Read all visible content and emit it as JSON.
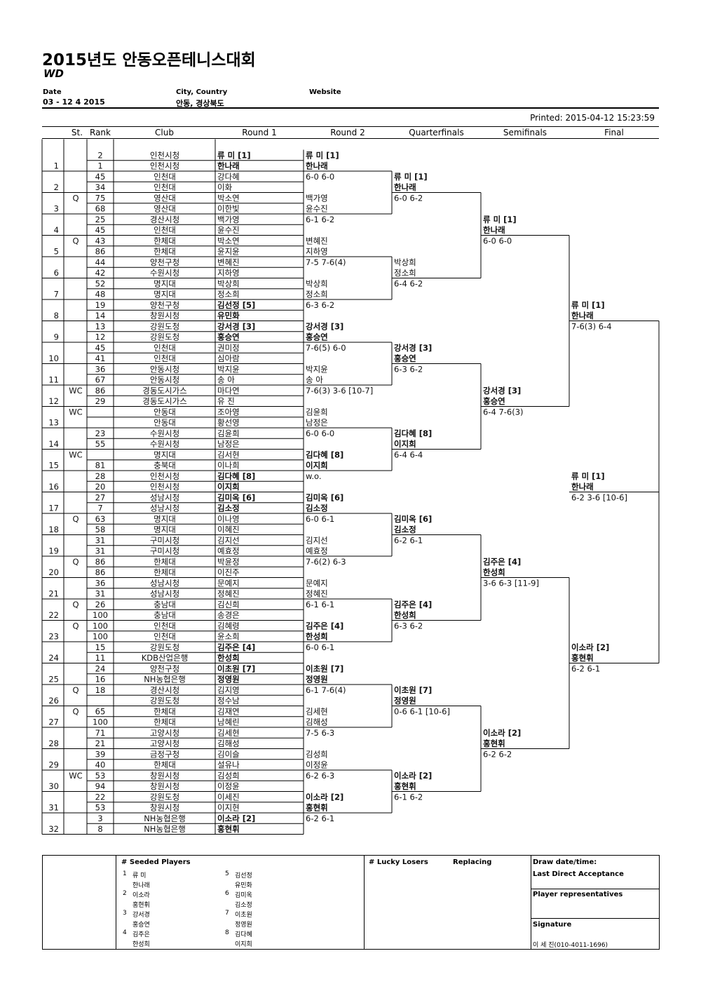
{
  "header": {
    "title": "2015년도 안동오픈테니스대회",
    "subtitle": "WD",
    "date_label": "Date",
    "date_value": "03 - 12 4 2015",
    "city_label": "City, Country",
    "city_value": "안동, 경상북도",
    "website_label": "Website",
    "printed": "Printed: 2015-04-12 15:23:59"
  },
  "columns": [
    "St.",
    "Rank",
    "Club",
    "Round 1",
    "Round 2",
    "Quarterfinals",
    "Semifinals",
    "Final"
  ],
  "entries": [
    {
      "n": "1",
      "st": "",
      "top": {
        "rank": "2",
        "club": "인천시청",
        "name": "류 미 [1]",
        "bold": true
      },
      "bot": {
        "rank": "1",
        "club": "인천시청",
        "name": "한나래",
        "bold": true
      }
    },
    {
      "n": "2",
      "st": "",
      "top": {
        "rank": "45",
        "club": "인천대",
        "name": "강다혜",
        "bold": false
      },
      "bot": {
        "rank": "34",
        "club": "인천대",
        "name": "이화",
        "bold": false
      }
    },
    {
      "n": "3",
      "st": "Q",
      "top": {
        "rank": "75",
        "club": "영산대",
        "name": "박소연",
        "bold": false
      },
      "bot": {
        "rank": "68",
        "club": "영산대",
        "name": "이한빛",
        "bold": false
      }
    },
    {
      "n": "4",
      "st": "",
      "top": {
        "rank": "25",
        "club": "경산시청",
        "name": "백가영",
        "bold": false
      },
      "bot": {
        "rank": "45",
        "club": "인천대",
        "name": "윤수진",
        "bold": false
      }
    },
    {
      "n": "5",
      "st": "Q",
      "top": {
        "rank": "43",
        "club": "한체대",
        "name": "박소연",
        "bold": false
      },
      "bot": {
        "rank": "86",
        "club": "한체대",
        "name": "윤지윤",
        "bold": false
      }
    },
    {
      "n": "6",
      "st": "",
      "top": {
        "rank": "44",
        "club": "양천구청",
        "name": "변혜진",
        "bold": false
      },
      "bot": {
        "rank": "42",
        "club": "수원시청",
        "name": "지하영",
        "bold": false
      }
    },
    {
      "n": "7",
      "st": "",
      "top": {
        "rank": "52",
        "club": "명지대",
        "name": "박상희",
        "bold": false
      },
      "bot": {
        "rank": "48",
        "club": "명지대",
        "name": "정소희",
        "bold": false
      }
    },
    {
      "n": "8",
      "st": "",
      "top": {
        "rank": "19",
        "club": "양천구청",
        "name": "김선정 [5]",
        "bold": true
      },
      "bot": {
        "rank": "14",
        "club": "창원시청",
        "name": "유민화",
        "bold": true
      }
    },
    {
      "n": "9",
      "st": "",
      "top": {
        "rank": "13",
        "club": "강원도청",
        "name": "강서경 [3]",
        "bold": true
      },
      "bot": {
        "rank": "12",
        "club": "강원도청",
        "name": "홍승연",
        "bold": true
      }
    },
    {
      "n": "10",
      "st": "",
      "top": {
        "rank": "45",
        "club": "인천대",
        "name": "권미정",
        "bold": false
      },
      "bot": {
        "rank": "41",
        "club": "인천대",
        "name": "심아람",
        "bold": false
      }
    },
    {
      "n": "11",
      "st": "",
      "top": {
        "rank": "36",
        "club": "안동시청",
        "name": "박지윤",
        "bold": false
      },
      "bot": {
        "rank": "67",
        "club": "안동시청",
        "name": "송 아",
        "bold": false
      }
    },
    {
      "n": "12",
      "st": "WC",
      "top": {
        "rank": "86",
        "club": "경동도시가스",
        "name": "마다연",
        "bold": false
      },
      "bot": {
        "rank": "29",
        "club": "경동도시가스",
        "name": "유 진",
        "bold": false
      }
    },
    {
      "n": "13",
      "st": "WC",
      "top": {
        "rank": "",
        "club": "안동대",
        "name": "조아영",
        "bold": false
      },
      "bot": {
        "rank": "",
        "club": "안동대",
        "name": "황선영",
        "bold": false
      }
    },
    {
      "n": "14",
      "st": "",
      "top": {
        "rank": "23",
        "club": "수원시청",
        "name": "김윤희",
        "bold": false
      },
      "bot": {
        "rank": "55",
        "club": "수원시청",
        "name": "남정은",
        "bold": false
      }
    },
    {
      "n": "15",
      "st": "WC",
      "top": {
        "rank": "",
        "club": "명지대",
        "name": "김서현",
        "bold": false
      },
      "bot": {
        "rank": "81",
        "club": "충북대",
        "name": "이나희",
        "bold": false
      }
    },
    {
      "n": "16",
      "st": "",
      "top": {
        "rank": "28",
        "club": "인천시청",
        "name": "김다혜 [8]",
        "bold": true
      },
      "bot": {
        "rank": "20",
        "club": "인천시청",
        "name": "이지희",
        "bold": true
      }
    },
    {
      "n": "17",
      "st": "",
      "top": {
        "rank": "27",
        "club": "성남시청",
        "name": "김미옥 [6]",
        "bold": true
      },
      "bot": {
        "rank": "7",
        "club": "성남시청",
        "name": "김소정",
        "bold": true
      }
    },
    {
      "n": "18",
      "st": "Q",
      "top": {
        "rank": "63",
        "club": "명지대",
        "name": "이나영",
        "bold": false
      },
      "bot": {
        "rank": "58",
        "club": "명지대",
        "name": "이혜진",
        "bold": false
      }
    },
    {
      "n": "19",
      "st": "",
      "top": {
        "rank": "31",
        "club": "구미시청",
        "name": "김지선",
        "bold": false
      },
      "bot": {
        "rank": "31",
        "club": "구미시청",
        "name": "예효정",
        "bold": false
      }
    },
    {
      "n": "20",
      "st": "Q",
      "top": {
        "rank": "86",
        "club": "한체대",
        "name": "박윤정",
        "bold": false
      },
      "bot": {
        "rank": "86",
        "club": "한체대",
        "name": "이진주",
        "bold": false
      }
    },
    {
      "n": "21",
      "st": "",
      "top": {
        "rank": "36",
        "club": "성남시청",
        "name": "문예지",
        "bold": false
      },
      "bot": {
        "rank": "31",
        "club": "성남시청",
        "name": "정혜진",
        "bold": false
      }
    },
    {
      "n": "22",
      "st": "Q",
      "top": {
        "rank": "26",
        "club": "충남대",
        "name": "김신희",
        "bold": false
      },
      "bot": {
        "rank": "100",
        "club": "충남대",
        "name": "송경은",
        "bold": false
      }
    },
    {
      "n": "23",
      "st": "Q",
      "top": {
        "rank": "100",
        "club": "인천대",
        "name": "김혜령",
        "bold": false
      },
      "bot": {
        "rank": "100",
        "club": "인천대",
        "name": "윤소희",
        "bold": false
      }
    },
    {
      "n": "24",
      "st": "",
      "top": {
        "rank": "15",
        "club": "강원도청",
        "name": "김주은 [4]",
        "bold": true
      },
      "bot": {
        "rank": "11",
        "club": "KDB산업은행",
        "name": "한성희",
        "bold": true
      }
    },
    {
      "n": "25",
      "st": "",
      "top": {
        "rank": "24",
        "club": "양천구청",
        "name": "이초원 [7]",
        "bold": true
      },
      "bot": {
        "rank": "16",
        "club": "NH농협은행",
        "name": "정영원",
        "bold": true
      }
    },
    {
      "n": "26",
      "st": "Q",
      "top": {
        "rank": "18",
        "club": "경산시청",
        "name": "김지영",
        "bold": false
      },
      "bot": {
        "rank": "",
        "club": "강원도청",
        "name": "정수남",
        "bold": false
      }
    },
    {
      "n": "27",
      "st": "Q",
      "top": {
        "rank": "65",
        "club": "한체대",
        "name": "김재연",
        "bold": false
      },
      "bot": {
        "rank": "100",
        "club": "한체대",
        "name": "남혜린",
        "bold": false
      }
    },
    {
      "n": "28",
      "st": "",
      "top": {
        "rank": "71",
        "club": "고양시청",
        "name": "김세현",
        "bold": false
      },
      "bot": {
        "rank": "21",
        "club": "고양시청",
        "name": "김해성",
        "bold": false
      }
    },
    {
      "n": "29",
      "st": "",
      "top": {
        "rank": "39",
        "club": "금정구청",
        "name": "김이슬",
        "bold": false
      },
      "bot": {
        "rank": "40",
        "club": "한체대",
        "name": "설유나",
        "bold": false
      }
    },
    {
      "n": "30",
      "st": "WC",
      "top": {
        "rank": "53",
        "club": "창원시청",
        "name": "김성희",
        "bold": false
      },
      "bot": {
        "rank": "94",
        "club": "창원시청",
        "name": "이정윤",
        "bold": false
      }
    },
    {
      "n": "31",
      "st": "",
      "top": {
        "rank": "22",
        "club": "강원도청",
        "name": "이세진",
        "bold": false
      },
      "bot": {
        "rank": "53",
        "club": "창원시청",
        "name": "이지현",
        "bold": false
      }
    },
    {
      "n": "32",
      "st": "",
      "top": {
        "rank": "3",
        "club": "NH농협은행",
        "name": "이소라 [2]",
        "bold": true
      },
      "bot": {
        "rank": "8",
        "club": "NH농협은행",
        "name": "홍현휘",
        "bold": true
      }
    }
  ],
  "rounds": [
    {
      "key": "round2",
      "matches": [
        {
          "a": "류 미 [1]",
          "b": "한나래",
          "score": "6-0 6-0",
          "bold": true
        },
        {
          "a": "백가영",
          "b": "윤수진",
          "score": "6-1 6-2",
          "bold": false
        },
        {
          "a": "변혜진",
          "b": "지하영",
          "score": "7-5 7-6(4)",
          "bold": false
        },
        {
          "a": "박상희",
          "b": "정소희",
          "score": "6-3 6-2",
          "bold": false
        },
        {
          "a": "강서경 [3]",
          "b": "홍승연",
          "score": "7-6(5) 6-0",
          "bold": true
        },
        {
          "a": "박지윤",
          "b": "송 아",
          "score": "7-6(3) 3-6 [10-7]",
          "bold": false
        },
        {
          "a": "김윤희",
          "b": "남정은",
          "score": "6-0 6-0",
          "bold": false
        },
        {
          "a": "김다혜 [8]",
          "b": "이지희",
          "score": "w.o.",
          "bold": true
        },
        {
          "a": "김미옥 [6]",
          "b": "김소정",
          "score": "6-0 6-1",
          "bold": true
        },
        {
          "a": "김지선",
          "b": "예효정",
          "score": "7-6(2) 6-3",
          "bold": false
        },
        {
          "a": "문예지",
          "b": "정혜진",
          "score": "6-1 6-1",
          "bold": false
        },
        {
          "a": "김주은 [4]",
          "b": "한성희",
          "score": "6-0 6-1",
          "bold": true
        },
        {
          "a": "이초원 [7]",
          "b": "정영원",
          "score": "6-1 7-6(4)",
          "bold": true
        },
        {
          "a": "김세현",
          "b": "김해성",
          "score": "7-5 6-3",
          "bold": false
        },
        {
          "a": "김성희",
          "b": "이정윤",
          "score": "6-2 6-3",
          "bold": false
        },
        {
          "a": "이소라 [2]",
          "b": "홍현휘",
          "score": "6-2 6-1",
          "bold": true
        }
      ]
    },
    {
      "key": "quarterfinals",
      "matches": [
        {
          "a": "류 미 [1]",
          "b": "한나래",
          "score": "6-0 6-2",
          "bold": true
        },
        {
          "a": "박상희",
          "b": "정소희",
          "score": "6-4 6-2",
          "bold": false
        },
        {
          "a": "강서경 [3]",
          "b": "홍승연",
          "score": "6-3 6-2",
          "bold": true
        },
        {
          "a": "김다혜 [8]",
          "b": "이지희",
          "score": "6-4 6-4",
          "bold": true
        },
        {
          "a": "김미옥 [6]",
          "b": "김소정",
          "score": "6-2 6-1",
          "bold": true
        },
        {
          "a": "김주은 [4]",
          "b": "한성희",
          "score": "6-3 6-2",
          "bold": true
        },
        {
          "a": "이초원 [7]",
          "b": "정영원",
          "score": "0-6 6-1 [10-6]",
          "bold": true
        },
        {
          "a": "이소라 [2]",
          "b": "홍현휘",
          "score": "6-1 6-2",
          "bold": true
        }
      ]
    },
    {
      "key": "semifinals",
      "matches": [
        {
          "a": "류 미 [1]",
          "b": "한나래",
          "score": "6-0 6-0",
          "bold": true
        },
        {
          "a": "강서경 [3]",
          "b": "홍승연",
          "score": "6-4 7-6(3)",
          "bold": true
        },
        {
          "a": "김주은 [4]",
          "b": "한성희",
          "score": "3-6 6-3 [11-9]",
          "bold": true
        },
        {
          "a": "이소라 [2]",
          "b": "홍현휘",
          "score": "6-2 6-2",
          "bold": true
        }
      ]
    },
    {
      "key": "final",
      "matches": [
        {
          "a": "류 미 [1]",
          "b": "한나래",
          "score": "7-6(3) 6-4",
          "bold": true
        },
        {
          "a": "이소라 [2]",
          "b": "홍현휘",
          "score": "6-2 6-1",
          "bold": true
        }
      ]
    },
    {
      "key": "champion",
      "matches": [
        {
          "a": "류 미 [1]",
          "b": "한나래",
          "score": "6-2 3-6 [10-6]",
          "bold": true
        }
      ]
    }
  ],
  "footer": {
    "seeded_title": "#   Seeded Players",
    "seeds": [
      {
        "n": "1",
        "a": "류 미",
        "b": "한나래"
      },
      {
        "n": "2",
        "a": "이소라",
        "b": "홍현휘"
      },
      {
        "n": "3",
        "a": "강서경",
        "b": "홍승연"
      },
      {
        "n": "4",
        "a": "김주은",
        "b": "한성희"
      },
      {
        "n": "5",
        "a": "김선정",
        "b": "유민화"
      },
      {
        "n": "6",
        "a": "김미옥",
        "b": "김소정"
      },
      {
        "n": "7",
        "a": "이초원",
        "b": "정영원"
      },
      {
        "n": "8",
        "a": "김다혜",
        "b": "이지희"
      }
    ],
    "lucky_losers": "# Lucky Losers",
    "replacing": "Replacing",
    "draw_date": "Draw date/time:",
    "last_direct": "Last Direct Acceptance",
    "player_reps": "Player representatives",
    "signature": "Signature",
    "referee": "이 세 진(010-4011-1696)"
  }
}
